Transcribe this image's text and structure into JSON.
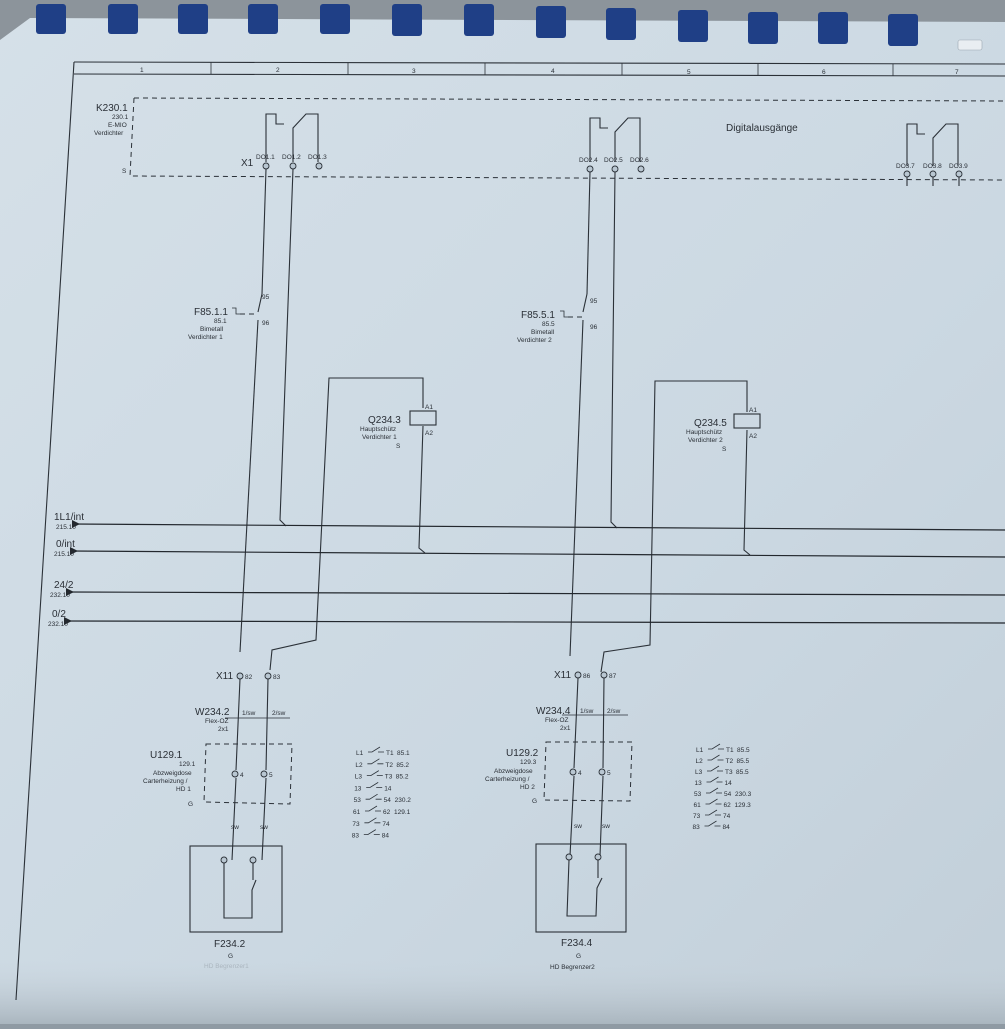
{
  "columns": [
    "1",
    "2",
    "3",
    "4",
    "5",
    "6",
    "7"
  ],
  "header_labels": {
    "k230_id": "K230.1",
    "k230_sub1": "230.1",
    "k230_sub2": "E-MIO",
    "k230_sub3": "Verdichter",
    "k230_s": "S",
    "x1": "X1",
    "digital_outputs": "Digitalausgänge"
  },
  "outputs": [
    "DO1.1",
    "DO1.2",
    "DO1.3",
    "DO2.4",
    "DO2.5",
    "DO2.6",
    "DO3.7",
    "DO3.8",
    "DO3.9"
  ],
  "buses": [
    {
      "name": "1L1/int",
      "ref": "215.10"
    },
    {
      "name": "0/int",
      "ref": "215.10"
    },
    {
      "name": "24/2",
      "ref": "232.10"
    },
    {
      "name": "0/2",
      "ref": "232.10"
    }
  ],
  "group1": {
    "f85_id": "F85.1.1",
    "f85_ref": "85.1",
    "f85_l1": "Bimetall",
    "f85_l2": "Verdichter 1",
    "pin95": "95",
    "pin96": "96",
    "q_id": "Q234.3",
    "q_l1": "Hauptschütz",
    "q_l2": "Verdichter 1",
    "q_s": "S",
    "a1": "A1",
    "a2": "A2",
    "x11": "X11",
    "t_a": "82",
    "t_b": "83",
    "w_id": "W234.2",
    "w_l1": "Flex-OZ",
    "w_l2": "2x1",
    "w_c1": "1/sw",
    "w_c2": "2/sw",
    "u_id": "U129.1",
    "u_ref": "129.1",
    "u_l1": "Abzweigdose",
    "u_l2": "Carterheizung /",
    "u_l3": "HD 1",
    "u_g": "G",
    "pin4": "4",
    "pin5": "5",
    "sw1": "sw",
    "sw2": "sw",
    "f234_id": "F234.2",
    "f234_g": "G",
    "f234_desc": "HD Begrenzer1",
    "contacts": [
      {
        "a": "L1",
        "b": "T1",
        "ref": "85.1"
      },
      {
        "a": "L2",
        "b": "T2",
        "ref": "85.2"
      },
      {
        "a": "L3",
        "b": "T3",
        "ref": "85.2"
      },
      {
        "a": "13",
        "b": "14",
        "ref": ""
      },
      {
        "a": "53",
        "b": "54",
        "ref": "230.2"
      },
      {
        "a": "61",
        "b": "62",
        "ref": "129.1"
      },
      {
        "a": "73",
        "b": "74",
        "ref": ""
      },
      {
        "a": "83",
        "b": "84",
        "ref": ""
      }
    ]
  },
  "group2": {
    "f85_id": "F85.5.1",
    "f85_ref": "85.5",
    "f85_l1": "Bimetall",
    "f85_l2": "Verdichter 2",
    "pin95": "95",
    "pin96": "96",
    "q_id": "Q234.5",
    "q_l1": "Hauptschütz",
    "q_l2": "Verdichter 2",
    "q_s": "S",
    "a1": "A1",
    "a2": "A2",
    "x11": "X11",
    "t_a": "86",
    "t_b": "87",
    "w_id": "W234.4",
    "w_l1": "Flex-OZ",
    "w_l2": "2x1",
    "w_c1": "1/sw",
    "w_c2": "2/sw",
    "u_id": "U129.2",
    "u_ref": "129.3",
    "u_l1": "Abzweigdose",
    "u_l2": "Carterheizung /",
    "u_l3": "HD 2",
    "u_g": "G",
    "pin4": "4",
    "pin5": "5",
    "sw1": "sw",
    "sw2": "sw",
    "f234_id": "F234.4",
    "f234_g": "G",
    "f234_desc": "HD Begrenzer2",
    "contacts": [
      {
        "a": "L1",
        "b": "T1",
        "ref": "85.5"
      },
      {
        "a": "L2",
        "b": "T2",
        "ref": "85.5"
      },
      {
        "a": "L3",
        "b": "T3",
        "ref": "85.5"
      },
      {
        "a": "13",
        "b": "14",
        "ref": ""
      },
      {
        "a": "53",
        "b": "54",
        "ref": "230.3"
      },
      {
        "a": "61",
        "b": "62",
        "ref": "129.3"
      },
      {
        "a": "73",
        "b": "74",
        "ref": ""
      },
      {
        "a": "83",
        "b": "84",
        "ref": ""
      }
    ]
  },
  "colors": {
    "paper": "#cfdbe4",
    "ink": "#2b3138",
    "binding": "#1f3f86"
  }
}
